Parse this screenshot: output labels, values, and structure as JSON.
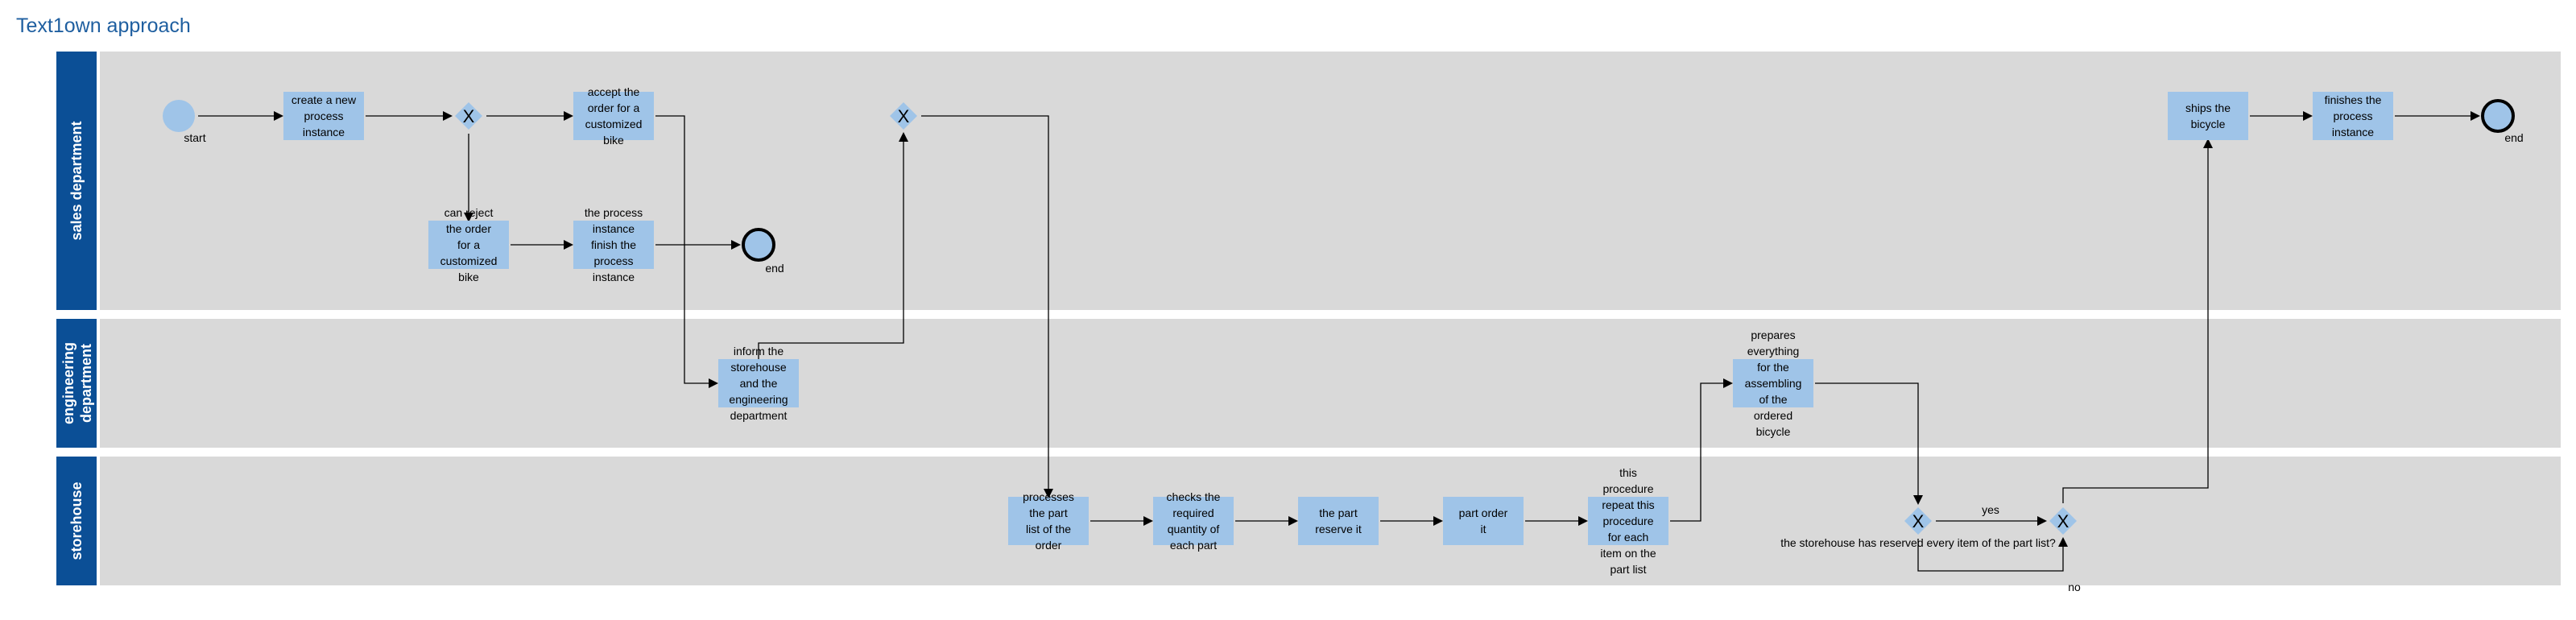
{
  "title": "Text1own approach",
  "colors": {
    "lane_header": "#0b4f96",
    "lane_bg": "#d9d9d9",
    "task_fill": "#9fc4e8",
    "event_fill": "#9fc4e8",
    "title": "#1f5fa0"
  },
  "lanes": [
    {
      "id": "sales",
      "label": "sales department"
    },
    {
      "id": "engineering",
      "label": "engineering department"
    },
    {
      "id": "storehouse",
      "label": "storehouse"
    }
  ],
  "nodes": [
    {
      "id": "start",
      "kind": "start-event",
      "lines": [],
      "label": "start"
    },
    {
      "id": "create",
      "kind": "task",
      "lines": [
        "create a new",
        "process",
        "instance"
      ]
    },
    {
      "id": "gw1",
      "kind": "gateway",
      "lines": [],
      "symbol": "X"
    },
    {
      "id": "accept",
      "kind": "task",
      "lines": [
        "accept the",
        "order for a",
        "customized",
        "bike"
      ]
    },
    {
      "id": "reject",
      "kind": "task",
      "lines": [
        "can reject",
        "the order",
        "for a",
        "customized",
        "bike"
      ]
    },
    {
      "id": "finish1",
      "kind": "task",
      "lines": [
        "the process",
        "instance",
        "finish the",
        "process",
        "instance"
      ]
    },
    {
      "id": "end1",
      "kind": "end-event",
      "lines": [],
      "label": "end"
    },
    {
      "id": "gw2",
      "kind": "gateway",
      "lines": [],
      "symbol": "X"
    },
    {
      "id": "inform",
      "kind": "task",
      "lines": [
        "inform the",
        "storehouse",
        "and the",
        "engineering",
        "department"
      ]
    },
    {
      "id": "process_part",
      "kind": "task",
      "lines": [
        "processes",
        "the part",
        "list of the",
        "order"
      ]
    },
    {
      "id": "checks",
      "kind": "task",
      "lines": [
        "checks the",
        "required",
        "quantity of",
        "each part"
      ]
    },
    {
      "id": "reserve",
      "kind": "task",
      "lines": [
        "the part",
        "reserve it"
      ]
    },
    {
      "id": "partorder",
      "kind": "task",
      "lines": [
        "part order",
        "it"
      ]
    },
    {
      "id": "repeat",
      "kind": "task",
      "lines": [
        "this",
        "procedure",
        "repeat this",
        "procedure",
        "for each",
        "item on the",
        "part list"
      ]
    },
    {
      "id": "prepares",
      "kind": "task",
      "lines": [
        "prepares",
        "everything",
        "for the",
        "assembling",
        "of the",
        "ordered",
        "bicycle"
      ]
    },
    {
      "id": "gw3",
      "kind": "gateway",
      "lines": [],
      "symbol": "X",
      "label": "the storehouse has reserved every item of the part list?"
    },
    {
      "id": "gw4",
      "kind": "gateway",
      "lines": [],
      "symbol": "X"
    },
    {
      "id": "ships",
      "kind": "task",
      "lines": [
        "ships the",
        "bicycle"
      ]
    },
    {
      "id": "finishes",
      "kind": "task",
      "lines": [
        "finishes the",
        "process",
        "instance"
      ]
    },
    {
      "id": "end2",
      "kind": "end-event",
      "lines": [],
      "label": "end"
    }
  ],
  "flows": [
    {
      "id": "f1",
      "from": "start",
      "to": "create",
      "label": ""
    },
    {
      "id": "f2",
      "from": "create",
      "to": "gw1",
      "label": ""
    },
    {
      "id": "f3",
      "from": "gw1",
      "to": "accept",
      "label": ""
    },
    {
      "id": "f4",
      "from": "gw1",
      "to": "reject",
      "label": ""
    },
    {
      "id": "f5",
      "from": "reject",
      "to": "finish1",
      "label": ""
    },
    {
      "id": "f6",
      "from": "finish1",
      "to": "end1",
      "label": ""
    },
    {
      "id": "f7",
      "from": "accept",
      "to": "inform",
      "label": ""
    },
    {
      "id": "f8",
      "from": "inform",
      "to": "gw2",
      "label": ""
    },
    {
      "id": "f9",
      "from": "gw2",
      "to": "process_part",
      "label": ""
    },
    {
      "id": "f10",
      "from": "process_part",
      "to": "checks",
      "label": ""
    },
    {
      "id": "f11",
      "from": "checks",
      "to": "reserve",
      "label": ""
    },
    {
      "id": "f12",
      "from": "reserve",
      "to": "partorder",
      "label": ""
    },
    {
      "id": "f13",
      "from": "partorder",
      "to": "repeat",
      "label": ""
    },
    {
      "id": "f14",
      "from": "repeat",
      "to": "prepares",
      "label": ""
    },
    {
      "id": "f15",
      "from": "prepares",
      "to": "gw3",
      "label": ""
    },
    {
      "id": "f16",
      "from": "gw3",
      "to": "gw4",
      "label": "yes"
    },
    {
      "id": "f17",
      "from": "gw3",
      "to": "gw4",
      "label": "no"
    },
    {
      "id": "f18",
      "from": "gw4",
      "to": "ships",
      "label": ""
    },
    {
      "id": "f19",
      "from": "ships",
      "to": "finishes",
      "label": ""
    },
    {
      "id": "f20",
      "from": "finishes",
      "to": "end2",
      "label": ""
    }
  ]
}
